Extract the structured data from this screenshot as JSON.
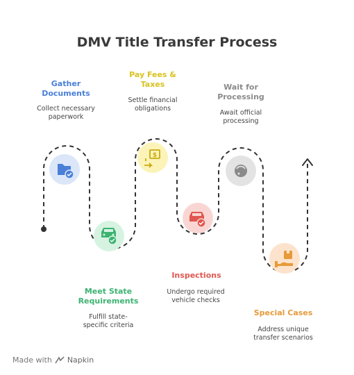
{
  "title": "DMV Title Transfer Process",
  "steps": [
    {
      "id": "gather",
      "title": "Gather\nDocuments",
      "desc": "Collect necessary\npaperwork",
      "color": "#4a7fd8",
      "circle": "#dbe6f9",
      "icon": "folder-check-icon"
    },
    {
      "id": "meet",
      "title": "Meet State\nRequirements",
      "desc": "Fulfill state-\nspecific criteria",
      "color": "#3cb371",
      "circle": "#d6f3e2",
      "icon": "car-check-icon"
    },
    {
      "id": "pay",
      "title": "Pay Fees &\nTaxes",
      "desc": "Settle financial\nobligations",
      "color": "#d8c21e",
      "circle": "#fbf3b8",
      "icon": "money-transfer-icon"
    },
    {
      "id": "inspections",
      "title": "Inspections",
      "desc": "Undergo required\nvehicle checks",
      "color": "#e0574f",
      "circle": "#f9d6d4",
      "icon": "car-inspection-icon"
    },
    {
      "id": "wait",
      "title": "Wait for\nProcessing",
      "desc": "Await official\nprocessing",
      "color": "#8a8a8a",
      "circle": "#e3e3e3",
      "icon": "hourglass-icon"
    },
    {
      "id": "special",
      "title": "Special Cases",
      "desc": "Address unique\ntransfer scenarios",
      "color": "#e69a3a",
      "circle": "#fde3cc",
      "icon": "hand-box-icon"
    }
  ],
  "footer": {
    "prefix": "Made with",
    "brand": "Napkin"
  }
}
